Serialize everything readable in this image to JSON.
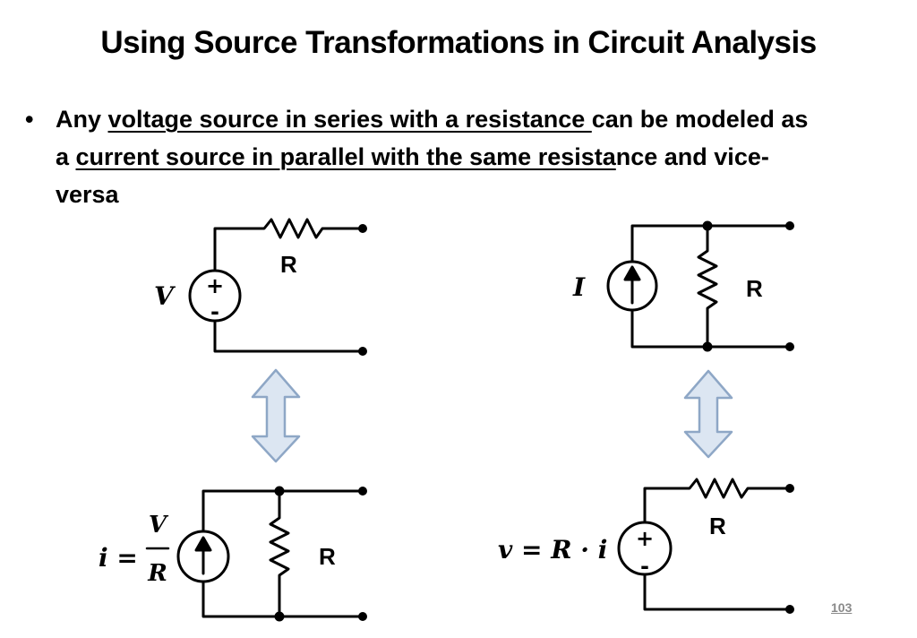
{
  "slide": {
    "title": "Using Source Transformations in Circuit Analysis",
    "bullet": {
      "marker": "•",
      "parts": {
        "p1": "Any ",
        "u1": "voltage source in series with a resistance ",
        "p2": "can be modeled as a ",
        "u2": "current source in parallel with the same resista",
        "p3": "nce and vice-versa"
      }
    },
    "page_number": "103"
  },
  "circuits": {
    "top_left": {
      "source_label": "V",
      "resistor_label": "R",
      "plus": "+",
      "minus": "-"
    },
    "top_right": {
      "source_label": "I",
      "resistor_label": "R"
    },
    "bottom_left": {
      "formula_lhs": "i =",
      "numerator": "V",
      "denominator": "R",
      "resistor_label": "R"
    },
    "bottom_right": {
      "formula": "v = R · i",
      "resistor_label": "R",
      "plus": "+",
      "minus": "-"
    }
  },
  "colors": {
    "wire": "#000000",
    "arrow_fill": "#dce6f2",
    "arrow_stroke": "#8ea7c6",
    "page_number": "#8a8a8a"
  }
}
